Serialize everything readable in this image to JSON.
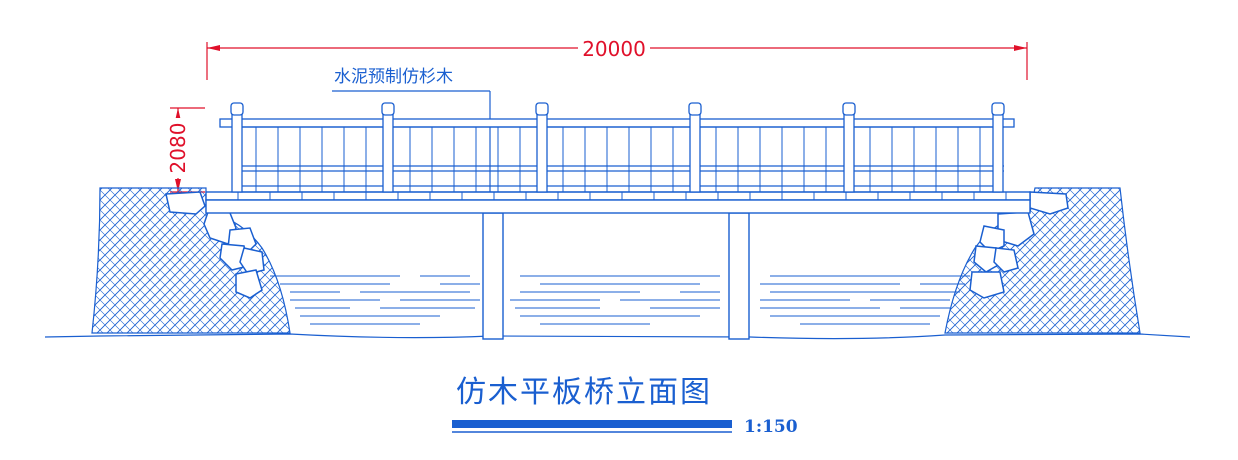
{
  "drawing": {
    "title": "仿木平板桥立面图",
    "scale": "1:150",
    "annotation": "水泥预制仿杉木",
    "dimensions": {
      "span": "20000",
      "railing_height": "2080"
    }
  },
  "colors": {
    "linework": "#1a5fd0",
    "dimension": "#e0102a",
    "background": "#ffffff"
  }
}
